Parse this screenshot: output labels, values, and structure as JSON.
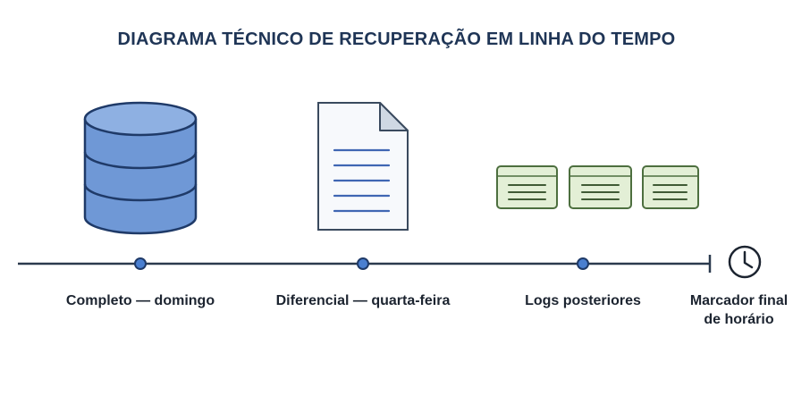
{
  "title": "DIAGRAMA TÉCNICO DE RECUPERAÇÃO EM LINHA DO TEMPO",
  "milestones": [
    {
      "label": "Completo — domingo",
      "icon": "database-icon"
    },
    {
      "label": "Diferencial — quarta-feira",
      "icon": "document-icon"
    },
    {
      "label": "Logs posteriores",
      "icon": "log-files-icon"
    }
  ],
  "end_marker": {
    "label": "Marcador final de horário",
    "icon": "clock-icon"
  },
  "colors": {
    "timeline": "#2b3a4e",
    "node": "#4a7fd0",
    "database_fill": "#6f98d6",
    "log_fill": "#e3efd6",
    "log_stroke": "#4d6f3f",
    "document_line": "#3f66b3"
  }
}
